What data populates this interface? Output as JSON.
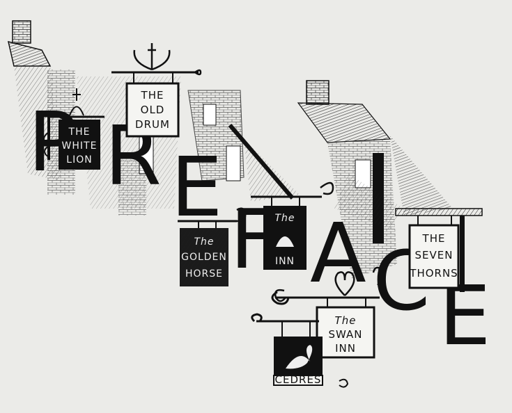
{
  "title_letters": [
    "P",
    "R",
    "E",
    "F",
    "A",
    "C",
    "E"
  ],
  "signs": {
    "white_lion": [
      "THE",
      "WHITE",
      "LION"
    ],
    "old_drum": [
      "THE",
      "OLD",
      "DRUM"
    ],
    "golden_horse": [
      "The",
      "GOLDEN",
      "HORSE"
    ],
    "inn": [
      "The",
      "INN"
    ],
    "seven_thorns": [
      "THE",
      "SEVEN",
      "THORNS"
    ],
    "swan_inn": [
      "The",
      "SWAN",
      "INN"
    ],
    "swan_plaque": "CEDRES"
  },
  "colors": {
    "ink": "#111111",
    "paper": "#ebebe8"
  }
}
